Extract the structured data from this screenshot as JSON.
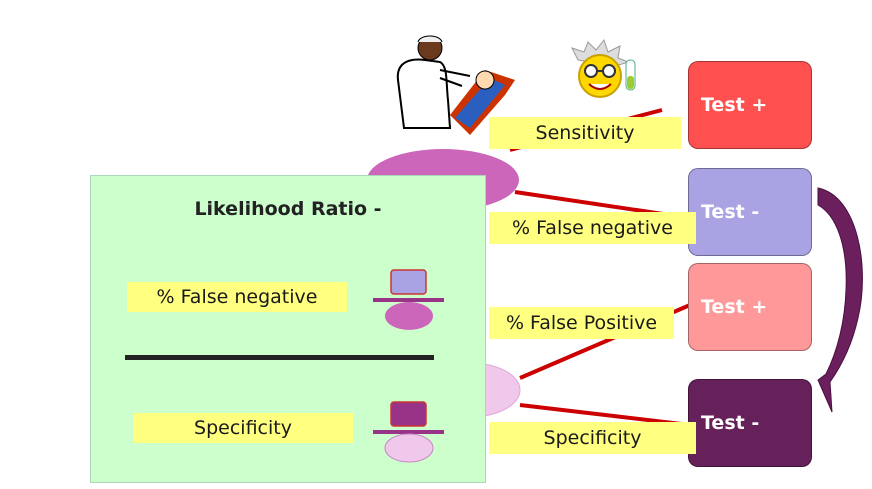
{
  "panel": {
    "title": "Likelihood Ratio -",
    "numerator": "% False negative",
    "denominator": "Specificity"
  },
  "labels": {
    "sensitivity": "Sensitivity",
    "false_negative": "% False negative",
    "false_positive": "% False Positive",
    "specificity": "Specificity"
  },
  "boxes": {
    "test_pos_top": "Test +",
    "test_neg_top": "Test -",
    "test_pos_bottom": "Test +",
    "test_neg_bottom": "Test -"
  },
  "colors": {
    "red_box": "#ff5050",
    "lavender_box": "#a9a3e3",
    "pink_box": "#ff9999",
    "purple_box": "#66205a",
    "orchid": "#cc66bb",
    "light_orchid": "#f0c8ec",
    "line_red": "#cc0000",
    "label_yellow": "#ffff80",
    "panel_green": "#ccffcc",
    "arrow_purple": "#6b1f5c"
  },
  "icons": [
    "dentist-icon",
    "scientist-smiley-icon"
  ]
}
